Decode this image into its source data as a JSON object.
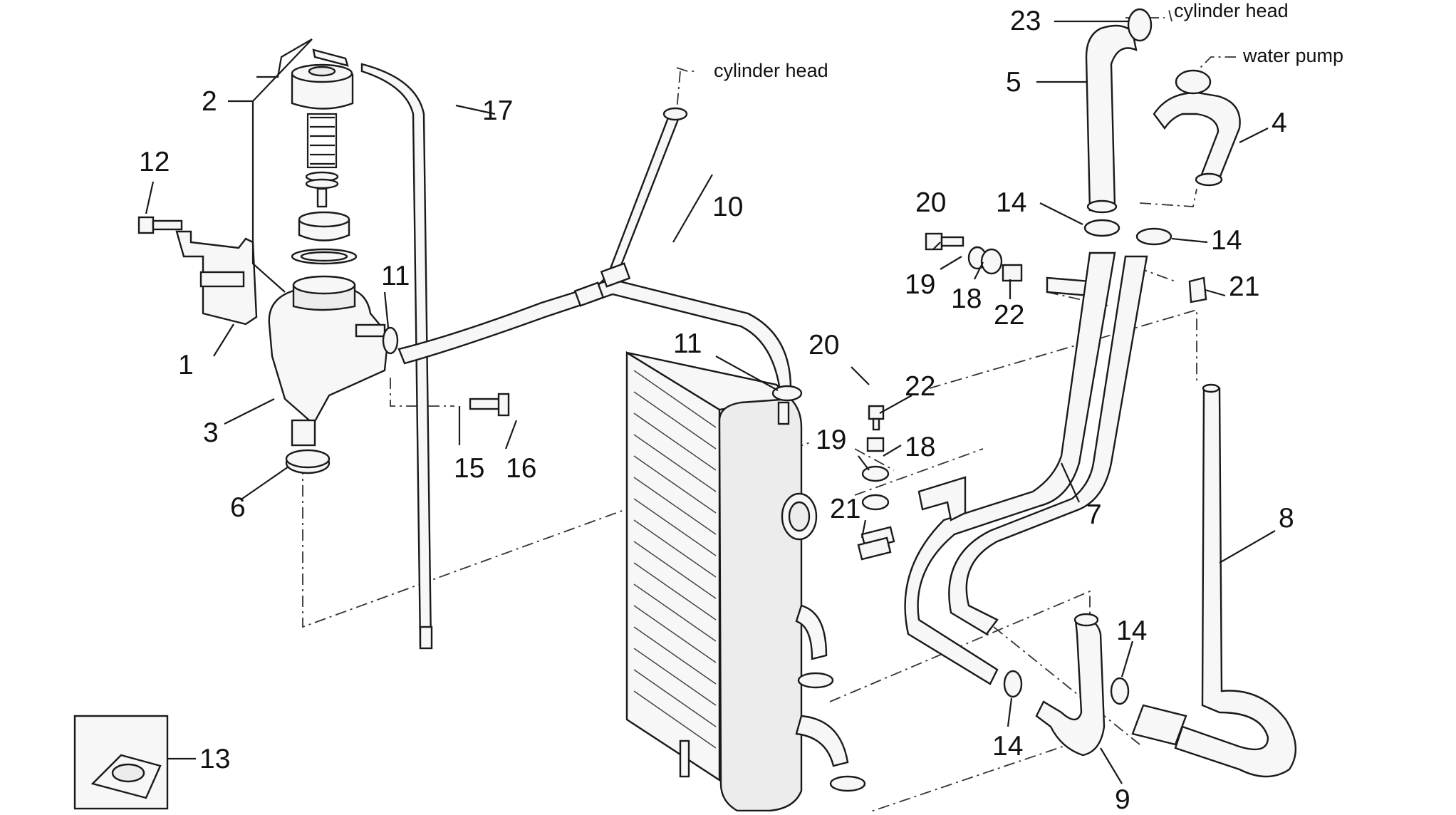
{
  "callouts": {
    "c1": "1",
    "c2": "2",
    "c3": "3",
    "c4": "4",
    "c5": "5",
    "c6": "6",
    "c7": "7",
    "c8": "8",
    "c9": "9",
    "c10": "10",
    "c11a": "11",
    "c11b": "11",
    "c12": "12",
    "c13": "13",
    "c14a": "14",
    "c14b": "14",
    "c14c": "14",
    "c14d": "14",
    "c15": "15",
    "c16": "16",
    "c17": "17",
    "c18a": "18",
    "c18b": "18",
    "c19a": "19",
    "c19b": "19",
    "c20a": "20",
    "c20b": "20",
    "c21a": "21",
    "c21b": "21",
    "c22a": "22",
    "c22b": "22",
    "c23": "23"
  },
  "destinations": {
    "head_top": "cylinder head",
    "pump": "water pump",
    "head_mid": "cylinder head"
  }
}
